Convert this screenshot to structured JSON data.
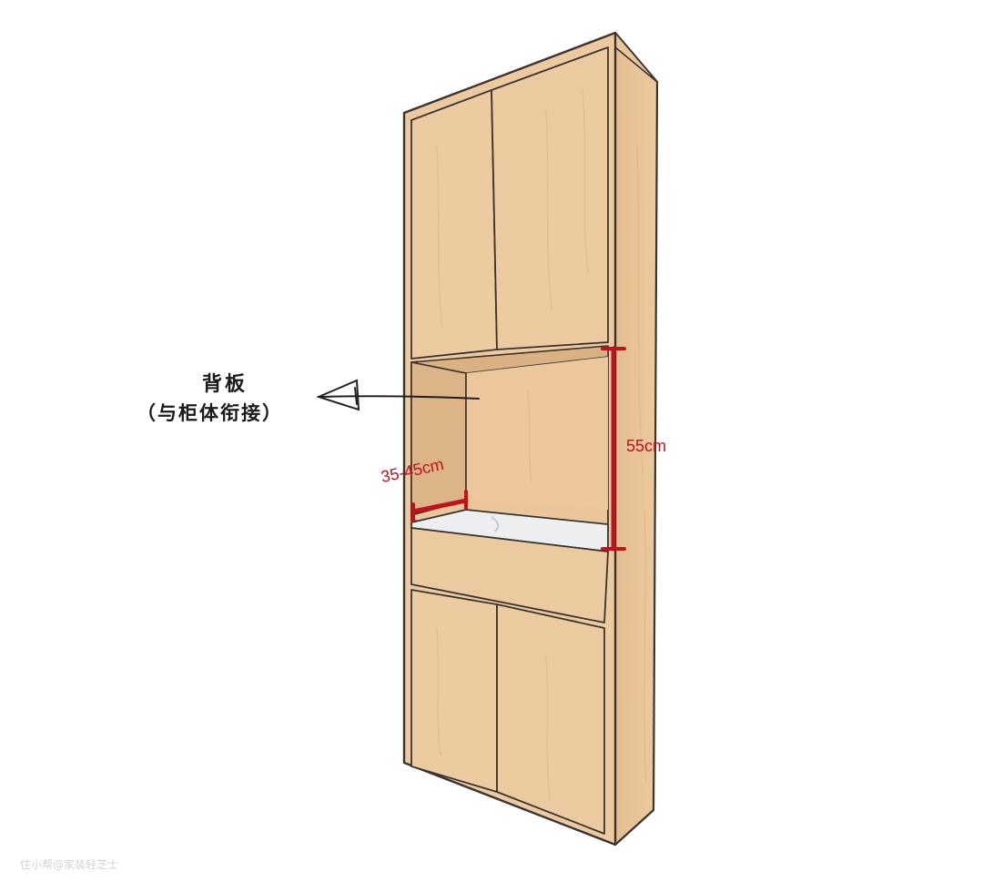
{
  "diagram": {
    "callout": {
      "title": "背板",
      "subtitle": "（与柜体衔接）"
    },
    "dimensions": {
      "niche_depth": "35-45cm",
      "niche_height": "55cm"
    },
    "watermark": "住小帮@家装轻芝士",
    "colors": {
      "wood_front": "#ecc99f",
      "wood_side": "#e6c297",
      "wood_back": "#e9c59a",
      "wood_shadow": "#d9b183",
      "countertop": "#eceef0",
      "outline": "#3a3530",
      "dimension": "#c0121b"
    }
  }
}
